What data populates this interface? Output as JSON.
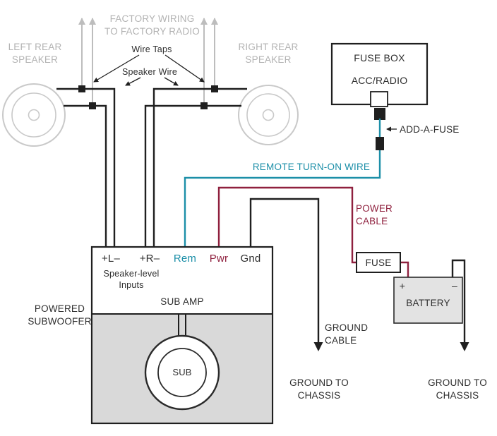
{
  "colors": {
    "teal": "#1c8fa8",
    "maroon": "#8f203e",
    "gray_text": "#b3b3b3",
    "wire_black": "#1f1f1f",
    "amp_body_gray": "#d9d9d9",
    "battery_gray": "#e3e3e3"
  },
  "factory": {
    "wiring_note": "FACTORY WIRING\nTO FACTORY RADIO",
    "wire_taps": "Wire Taps",
    "speaker_wire": "Speaker Wire"
  },
  "speakers": {
    "left": "LEFT REAR\nSPEAKER",
    "right": "RIGHT REAR\nSPEAKER"
  },
  "fuse_box": {
    "title": "FUSE BOX",
    "circuit": "ACC/RADIO",
    "add_a_fuse": "ADD-A-FUSE"
  },
  "inline_fuse": "FUSE",
  "battery": {
    "name": "BATTERY",
    "plus": "+",
    "minus": "–"
  },
  "wires": {
    "remote": "REMOTE TURN-ON WIRE",
    "power": "POWER\nCABLE",
    "ground": "GROUND\nCABLE",
    "ground_left": "GROUND TO\nCHASSIS",
    "ground_right": "GROUND TO\nCHASSIS"
  },
  "amplifier": {
    "terminals": {
      "left": "+L–",
      "right": "+R–",
      "rem": "Rem",
      "pwr": "Pwr",
      "gnd": "Gnd"
    },
    "inputs_note": "Speaker-level\nInputs",
    "name": "SUB AMP",
    "unit": "POWERED\nSUBWOOFER",
    "sub": "SUB"
  }
}
